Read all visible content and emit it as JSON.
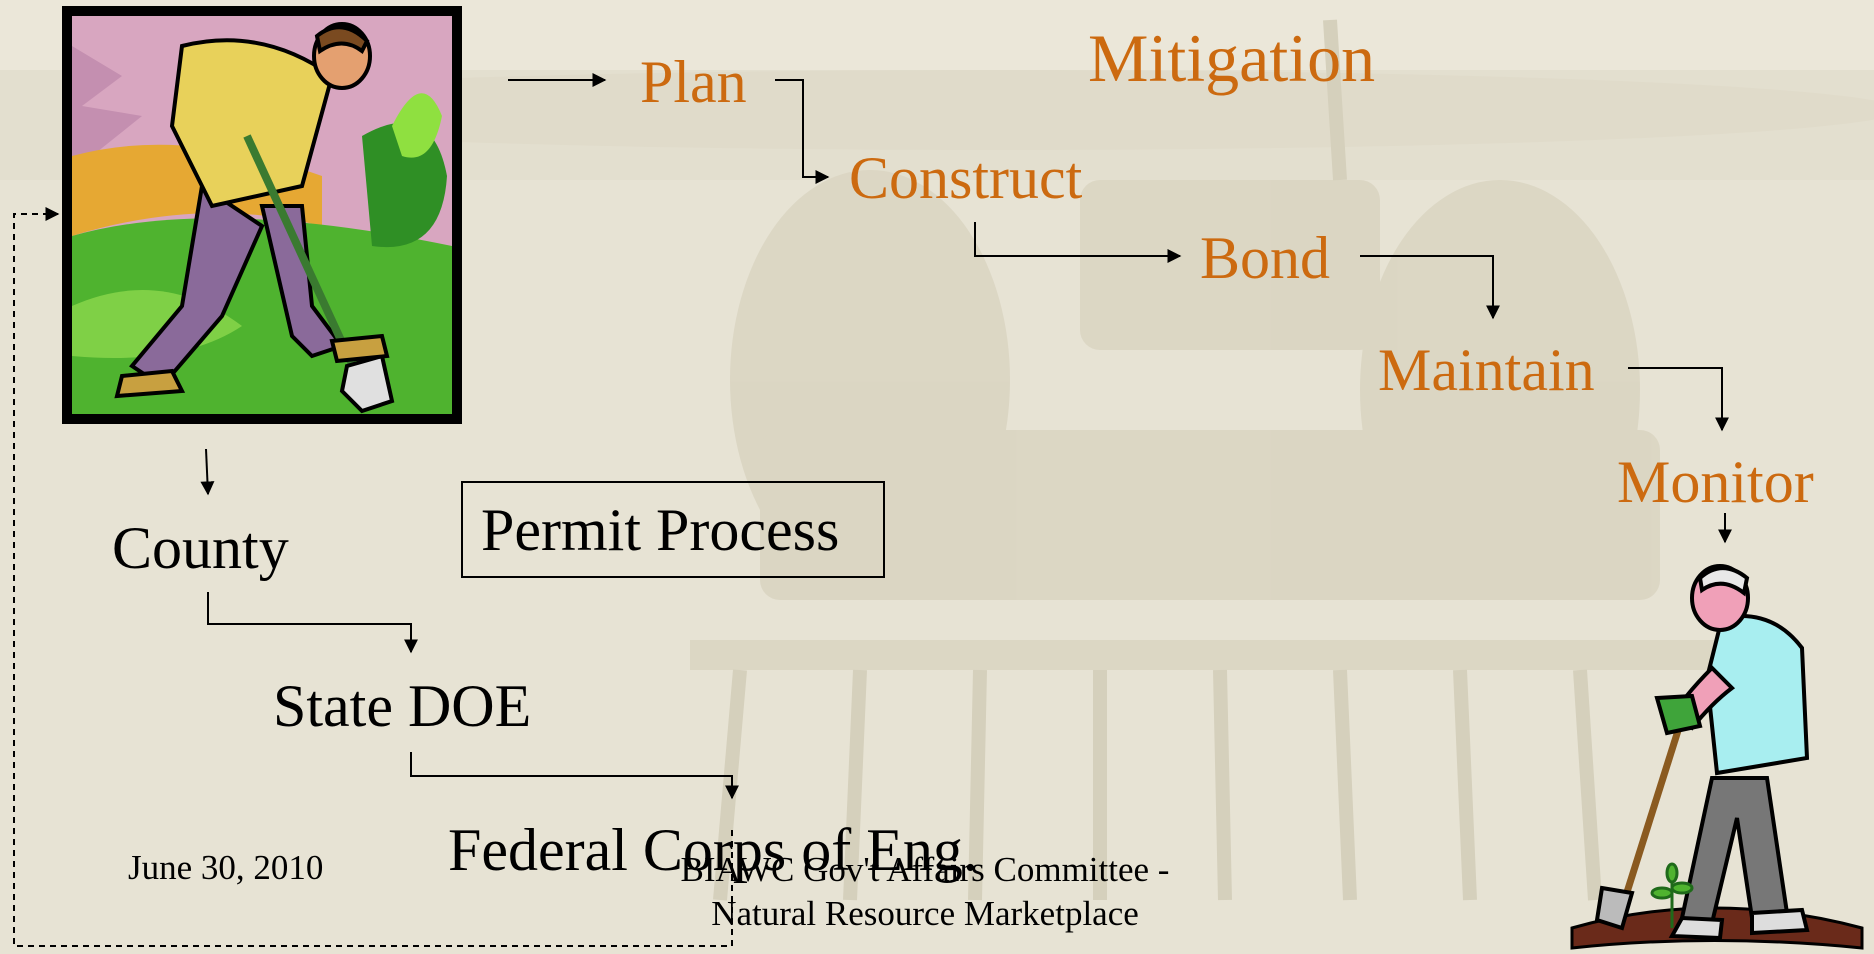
{
  "slide": {
    "title": "Mitigation",
    "mitigation_steps": [
      "Plan",
      "Construct",
      "Bond",
      "Maintain",
      "Monitor"
    ],
    "permit_steps": [
      "County",
      "State DOE",
      "Federal Corps of Eng."
    ],
    "permit_label": "Permit Process"
  },
  "footer": {
    "date": "June 30, 2010",
    "line1": "BIAWC Gov't Affairs Committee -",
    "line2": "Natural Resource Marketplace"
  },
  "colors": {
    "accent": "#cc6a10",
    "background": "#ebe7d9",
    "text": "#000000"
  },
  "icons": [
    "man-digging-clipart",
    "man-planting-seedling-clipart"
  ]
}
